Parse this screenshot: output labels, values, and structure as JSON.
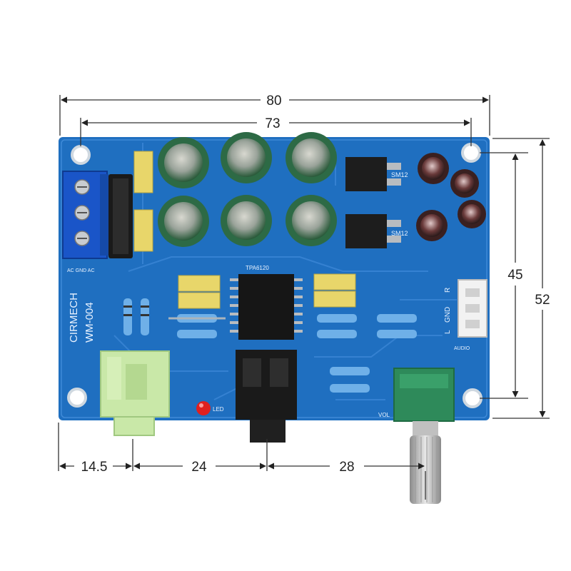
{
  "dimensions": {
    "width_total": "80",
    "hole_spacing_x": "73",
    "hole_spacing_y": "45",
    "height_total": "52",
    "jack_offset": "14.5",
    "jack_spacing": "24",
    "pot_spacing": "28"
  },
  "board": {
    "brand": "CIRMECH",
    "model": "WM-004",
    "chip": "TPA6120",
    "regulator_1": "SM12",
    "regulator_2": "SM12",
    "led_label": "LED",
    "power_label": "AC GND AC",
    "audio_label": "AUDIO",
    "ch_l": "L",
    "ch_gnd": "GND",
    "ch_r": "R",
    "vol_label": "VOL"
  },
  "colors": {
    "pcb": "#1f6fc0",
    "terminal": "#1a55c8",
    "capacitor": "#2d6a45",
    "green_pot": "#2e8a5a",
    "jack_light": "#c9e8a8"
  }
}
